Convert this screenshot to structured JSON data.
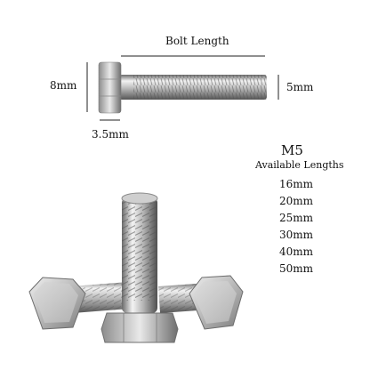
{
  "diagram": {
    "bolt_length_label": "Bolt Length",
    "head_height_label": "8mm",
    "thread_diameter_label": "5mm",
    "head_thickness_label": "3.5mm"
  },
  "specs": {
    "size": "M5",
    "available_heading": "Available Lengths",
    "lengths": [
      "16mm",
      "20mm",
      "25mm",
      "30mm",
      "40mm",
      "50mm"
    ]
  },
  "colors": {
    "steel_light": "#e6e6e6",
    "steel_mid": "#a9a9a9",
    "steel_dark": "#5d5d5d",
    "dimension_line": "#222222"
  }
}
